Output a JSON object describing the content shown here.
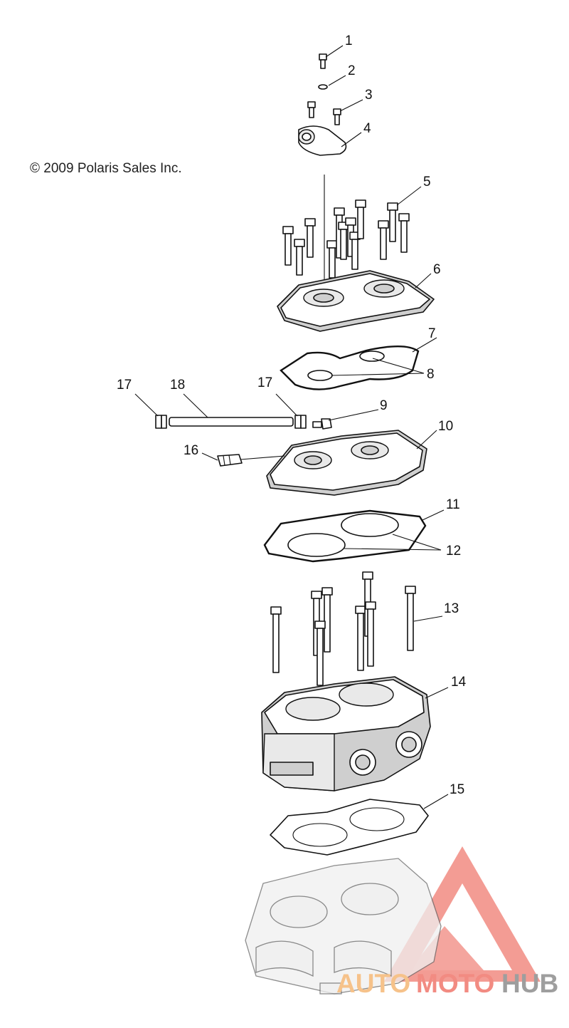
{
  "copyright": "© 2009 Polaris Sales Inc.",
  "callouts": [
    "1",
    "2",
    "3",
    "4",
    "5",
    "6",
    "7",
    "8",
    "9",
    "10",
    "11",
    "12",
    "13",
    "14",
    "15",
    "16",
    "17",
    "17",
    "18"
  ],
  "watermark": {
    "part1": "AUTO",
    "part2": "MOTO",
    "part3": "HUB",
    "colors": {
      "auto": "#f6c28a",
      "moto": "#f28b82",
      "hub": "#9e9e9e",
      "triangle": "#f28b82"
    }
  }
}
